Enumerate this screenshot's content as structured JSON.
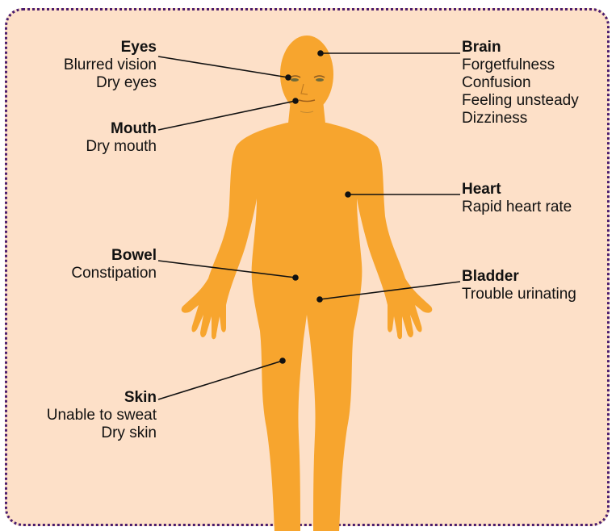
{
  "labels": {
    "eyes": {
      "title": "Eyes",
      "items": [
        "Blurred vision",
        "Dry eyes"
      ]
    },
    "mouth": {
      "title": "Mouth",
      "items": [
        "Dry mouth"
      ]
    },
    "bowel": {
      "title": "Bowel",
      "items": [
        "Constipation"
      ]
    },
    "skin": {
      "title": "Skin",
      "items": [
        "Unable to sweat",
        "Dry skin"
      ]
    },
    "brain": {
      "title": "Brain",
      "items": [
        "Forgetfulness",
        "Confusion",
        "Feeling unsteady",
        "Dizziness"
      ]
    },
    "heart": {
      "title": "Heart",
      "items": [
        "Rapid heart rate"
      ]
    },
    "bladder": {
      "title": "Bladder",
      "items": [
        "Trouble urinating"
      ]
    }
  },
  "colors": {
    "background": "#fde0c8",
    "border": "#4b1d6e",
    "body": "#f7a52e",
    "leader": "#111111"
  }
}
